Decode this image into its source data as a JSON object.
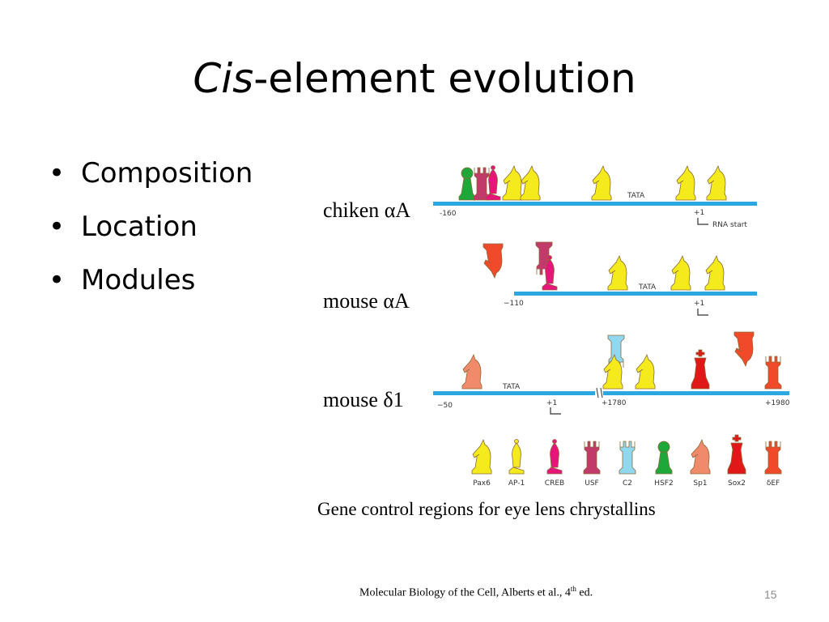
{
  "slide": {
    "title_italic": "Cis",
    "title_rest": "-element evolution",
    "bullets": [
      "Composition",
      "Location",
      "Modules"
    ],
    "bullet_symbol": "•",
    "genes": [
      "chiken αA",
      "mouse αA",
      "mouse δ1"
    ],
    "figure": {
      "row1": {
        "left_coord": "-160",
        "tata": "TATA",
        "start": "+1",
        "rna": "RNA start"
      },
      "row2": {
        "left_coord": "−110",
        "tata": "TATA",
        "start": "+1"
      },
      "row3": {
        "left_coord": "−50",
        "tata": "TATA",
        "start": "+1",
        "mid_coord": "+1780",
        "right_coord": "+1980"
      },
      "legend": [
        "Pax6",
        "AP-1",
        "CREB",
        "USF",
        "C2",
        "HSF2",
        "Sp1",
        "Sox2",
        "δEF"
      ]
    },
    "caption": "Gene control regions for eye lens chrystallins",
    "citation_main": "Molecular Biology of the Cell, Alberts et al., 4",
    "citation_sup": "th",
    "citation_end": " ed.",
    "page_number": "15"
  },
  "colors": {
    "dna_line": "#2ba8e0",
    "pax6": "#f5ea1c",
    "ap1": "#f5ea1c",
    "creb": "#e6157a",
    "usf": "#c23a6a",
    "c2": "#8fd8f0",
    "hsf2": "#1fa83a",
    "sp1": "#f08a6a",
    "sox2": "#e01818",
    "def": "#f04a2a",
    "piece_outline": "#8a6a3a"
  }
}
